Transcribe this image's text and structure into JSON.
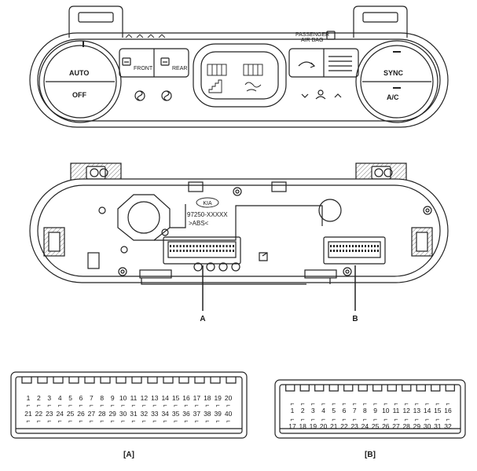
{
  "front_panel": {
    "left_knob": {
      "top_label": "AUTO",
      "bottom_label": "OFF"
    },
    "right_knob": {
      "top_label": "SYNC",
      "bottom_label": "A/C"
    },
    "front_defrost_label": "FRONT",
    "rear_defrost_label": "REAR",
    "airbag_label_line1": "PASSENGER",
    "airbag_label_line2": "AIR BAG"
  },
  "back_panel": {
    "logo_text": "KIA",
    "part_number": "97250-XXXXX",
    "material_code": ">ABS<"
  },
  "callouts": {
    "connector_a": "A",
    "connector_b": "B"
  },
  "connector_a": {
    "caption": "[A]",
    "row1": [
      "1",
      "2",
      "3",
      "4",
      "5",
      "6",
      "7",
      "8",
      "9",
      "10",
      "11",
      "12",
      "13",
      "14",
      "15",
      "16",
      "17",
      "18",
      "19",
      "20"
    ],
    "row2": [
      "21",
      "22",
      "23",
      "24",
      "25",
      "26",
      "27",
      "28",
      "29",
      "30",
      "31",
      "32",
      "33",
      "34",
      "35",
      "36",
      "37",
      "38",
      "39",
      "40"
    ]
  },
  "connector_b": {
    "caption": "[B]",
    "row1": [
      "1",
      "2",
      "3",
      "4",
      "5",
      "6",
      "7",
      "8",
      "9",
      "10",
      "11",
      "12",
      "13",
      "14",
      "15",
      "16"
    ],
    "row2": [
      "17",
      "18",
      "19",
      "20",
      "21",
      "22",
      "23",
      "24",
      "25",
      "26",
      "27",
      "28",
      "29",
      "30",
      "31",
      "32"
    ]
  }
}
